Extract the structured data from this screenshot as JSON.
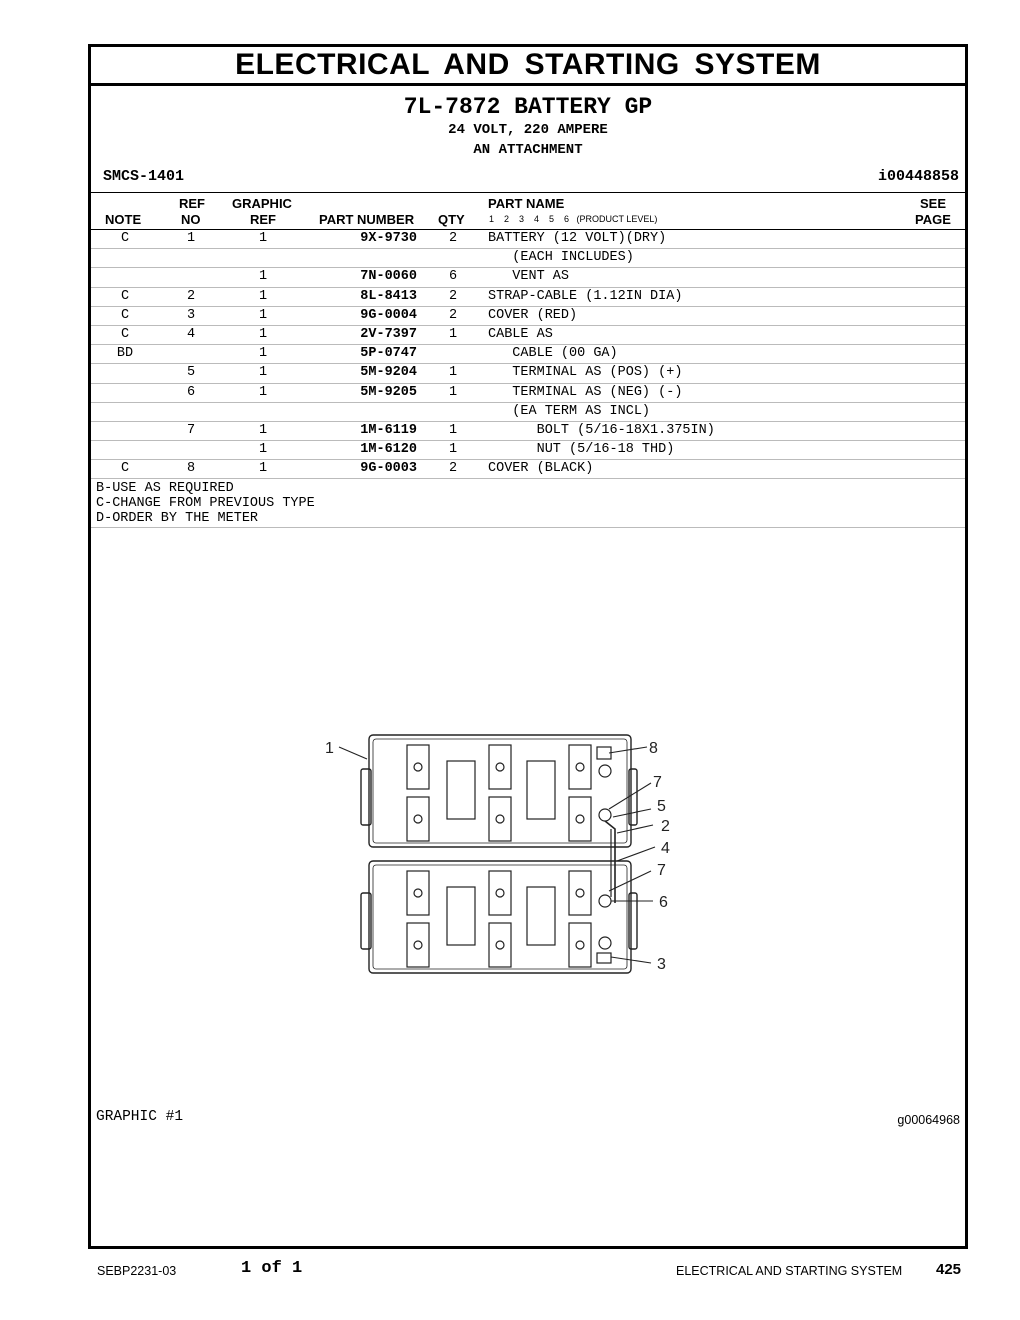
{
  "page": {
    "section_title": "ELECTRICAL AND STARTING SYSTEM",
    "group_title": "7L-7872 BATTERY GP",
    "subtitle1": "24 VOLT, 220 AMPERE",
    "subtitle2": "AN ATTACHMENT",
    "smcs": "SMCS-1401",
    "info_id": "i00448858"
  },
  "columns": {
    "note": "NOTE",
    "ref_top": "REF",
    "ref_bottom": "NO",
    "graphic_top": "GRAPHIC",
    "graphic_bottom": "REF",
    "part_number": "PART NUMBER",
    "qty": "QTY",
    "part_name": "PART NAME",
    "levels": "1    2    3    4    5    6   (PRODUCT LEVEL)",
    "see_top": "SEE",
    "see_bottom": "PAGE"
  },
  "rows": [
    {
      "note": "C",
      "ref": "1",
      "gref": "1",
      "pn": "9X-9730",
      "qty": "2",
      "name": "BATTERY (12 VOLT)(DRY)"
    },
    {
      "note": "",
      "ref": "",
      "gref": "",
      "pn": "",
      "qty": "",
      "name": "   (EACH INCLUDES)"
    },
    {
      "note": "",
      "ref": "",
      "gref": "1",
      "pn": "7N-0060",
      "qty": "6",
      "name": "   VENT AS"
    },
    {
      "note": "C",
      "ref": "2",
      "gref": "1",
      "pn": "8L-8413",
      "qty": "2",
      "name": "STRAP-CABLE (1.12IN DIA)"
    },
    {
      "note": "C",
      "ref": "3",
      "gref": "1",
      "pn": "9G-0004",
      "qty": "2",
      "name": "COVER (RED)"
    },
    {
      "note": "C",
      "ref": "4",
      "gref": "1",
      "pn": "2V-7397",
      "qty": "1",
      "name": "CABLE AS"
    },
    {
      "note": "BD",
      "ref": "",
      "gref": "1",
      "pn": "5P-0747",
      "qty": "",
      "name": "   CABLE (00 GA)"
    },
    {
      "note": "",
      "ref": "5",
      "gref": "1",
      "pn": "5M-9204",
      "qty": "1",
      "name": "   TERMINAL AS (POS) (+)"
    },
    {
      "note": "",
      "ref": "6",
      "gref": "1",
      "pn": "5M-9205",
      "qty": "1",
      "name": "   TERMINAL AS (NEG) (-)"
    },
    {
      "note": "",
      "ref": "",
      "gref": "",
      "pn": "",
      "qty": "",
      "name": "   (EA TERM AS INCL)"
    },
    {
      "note": "",
      "ref": "7",
      "gref": "1",
      "pn": "1M-6119",
      "qty": "1",
      "name": "      BOLT (5/16-18X1.375IN)"
    },
    {
      "note": "",
      "ref": "",
      "gref": "1",
      "pn": "1M-6120",
      "qty": "1",
      "name": "      NUT (5/16-18 THD)"
    },
    {
      "note": "C",
      "ref": "8",
      "gref": "1",
      "pn": "9G-0003",
      "qty": "2",
      "name": "COVER (BLACK)"
    }
  ],
  "notes": [
    "B-USE AS REQUIRED",
    "C-CHANGE FROM PREVIOUS TYPE",
    "D-ORDER BY THE METER"
  ],
  "graphic": {
    "label": "GRAPHIC #1",
    "id": "g00064968",
    "callouts": [
      "1",
      "8",
      "7",
      "5",
      "2",
      "4",
      "7",
      "6",
      "3"
    ]
  },
  "footer": {
    "doc_no": "SEBP2231-03",
    "page_of": "1 of 1",
    "section": "ELECTRICAL AND STARTING SYSTEM",
    "page_no": "425"
  }
}
